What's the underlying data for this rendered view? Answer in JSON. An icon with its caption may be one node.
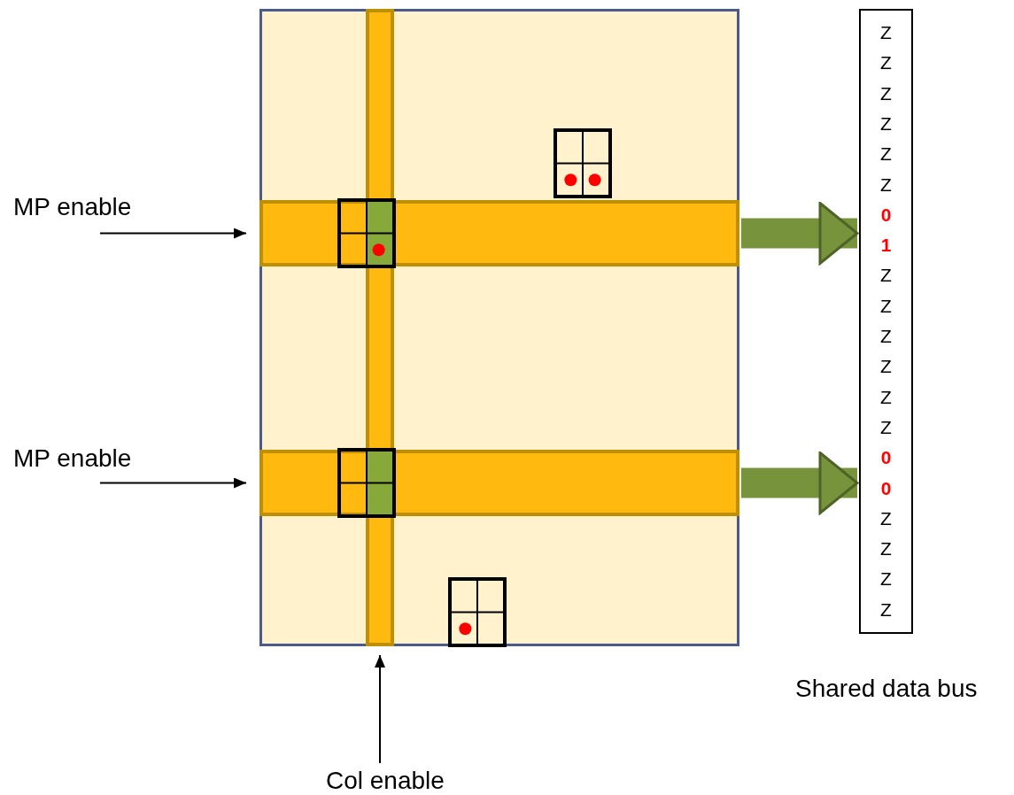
{
  "diagram": {
    "nodes": [
      {
        "text": [],
        "shape": "box"
      },
      {
        "text": [],
        "shape": "bar",
        "in": 0
      },
      {
        "text": [
          "MP enable"
        ]
      },
      {
        "text": [],
        "shape": "bar",
        "in": 0
      },
      {
        "text": [
          "MP enable"
        ]
      },
      {
        "text": [],
        "shape": "bar",
        "in": 0
      },
      {
        "text": [
          "Z",
          "Z",
          "Z",
          "Z",
          "Z",
          "Z",
          "**0**",
          "**1**",
          "Z",
          "Z",
          "Z",
          "Z",
          "Z",
          "Z",
          "**0**",
          "**0**",
          "Z",
          "Z",
          "Z",
          "Z",
          "Shared data bus"
        ]
      },
      {
        "text": [
          "Col enable"
        ]
      }
    ],
    "edges": [
      {
        "from": 2,
        "to": 3,
        "arrow": "to"
      },
      {
        "from": 3,
        "to": 6,
        "arrow": "to",
        "style": "thick",
        "color": "#77933c"
      },
      {
        "from": 4,
        "to": 5,
        "arrow": "to"
      },
      {
        "from": 5,
        "to": 6,
        "arrow": "to",
        "style": "thick",
        "color": "#77933c"
      },
      {
        "from": 7,
        "to": 1,
        "arrow": "to"
      }
    ]
  }
}
